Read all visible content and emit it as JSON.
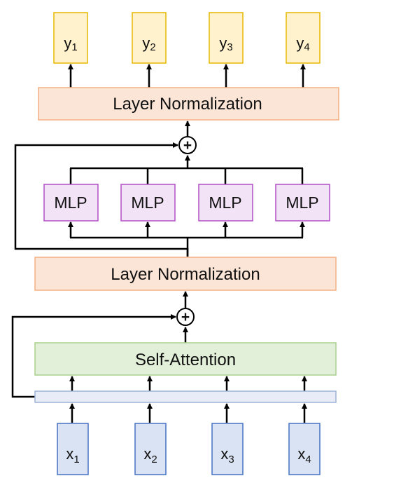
{
  "outputs": [
    {
      "base": "y",
      "sub": "1"
    },
    {
      "base": "y",
      "sub": "2"
    },
    {
      "base": "y",
      "sub": "3"
    },
    {
      "base": "y",
      "sub": "4"
    }
  ],
  "inputs": [
    {
      "base": "x",
      "sub": "1"
    },
    {
      "base": "x",
      "sub": "2"
    },
    {
      "base": "x",
      "sub": "3"
    },
    {
      "base": "x",
      "sub": "4"
    }
  ],
  "top_norm_label": "Layer Normalization",
  "mid_norm_label": "Layer Normalization",
  "attention_label": "Self-Attention",
  "mlp_labels": [
    "MLP",
    "MLP",
    "MLP",
    "MLP"
  ],
  "add_symbol": "+",
  "colors": {
    "output_fill": "#fff2cc",
    "output_stroke": "#e6b800",
    "norm_fill": "#fbe5d6",
    "norm_stroke": "#f4b183",
    "mlp_fill": "#f3e3f7",
    "mlp_stroke": "#b04fc4",
    "attention_fill": "#e2efd9",
    "attention_stroke": "#a9d18e",
    "embed_fill": "#e8ecf6",
    "embed_stroke": "#9db3d8",
    "input_fill": "#dae3f3",
    "input_stroke": "#4472c4",
    "line": "#000000"
  }
}
